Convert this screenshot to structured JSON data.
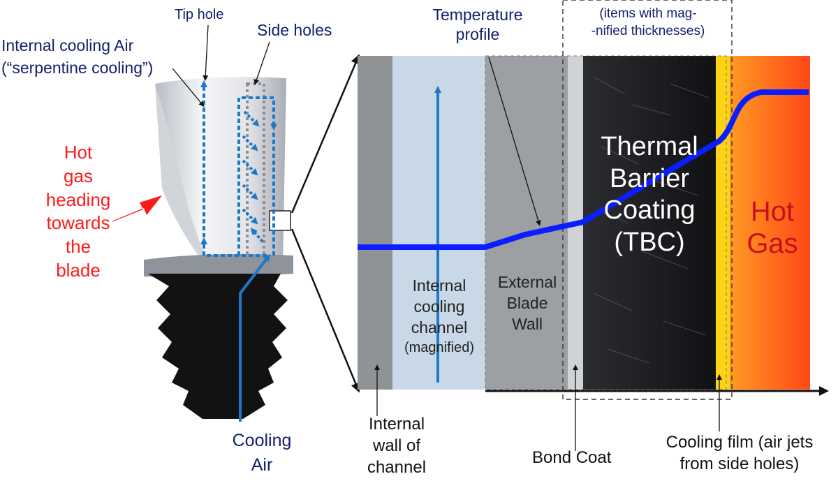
{
  "labels": {
    "tip_hole": "Tip  hole",
    "side_holes": "Side holes",
    "internal_air_1": "Internal cooling Air",
    "internal_air_2": "(“serpentine cooling”)",
    "hot_gas_side": [
      "Hot",
      "gas",
      "heading",
      "towards",
      "the",
      "blade"
    ],
    "cooling_air": [
      "Cooling",
      "Air"
    ],
    "temperature_profile": [
      "Temperature",
      "profile"
    ],
    "magnified_note": [
      "(items with mag-",
      "-nified thicknesses)"
    ],
    "internal_channel": [
      "Internal",
      "cooling",
      "channel",
      "(magnified)"
    ],
    "external_wall": [
      "External",
      "Blade",
      "Wall"
    ],
    "tbc": [
      "Thermal",
      "Barrier",
      "Coating",
      "(TBC)"
    ],
    "hot_gas_main": [
      "Hot",
      "Gas"
    ],
    "internal_wall": [
      "Internal",
      "wall of",
      "channel"
    ],
    "bond_coat": "Bond Coat",
    "cooling_film": [
      "Cooling  film (air jets",
      "from side holes)"
    ]
  },
  "colors": {
    "navy_text": "#14206b",
    "hot_gas_red": "#ff1a1a",
    "profile_blue": "#0a1eff",
    "flow_blue": "#1e78c8",
    "film_yellow": "#ffd21a",
    "hot_gradient_start": "#ff8a1e",
    "hot_gradient_end": "#ff4a1a"
  }
}
